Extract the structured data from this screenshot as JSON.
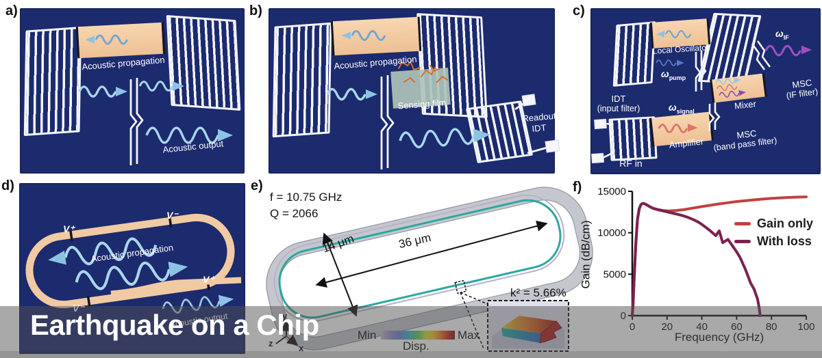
{
  "overlay": {
    "title": "Earthquake on a Chip"
  },
  "panels": {
    "a": {
      "label": "a)",
      "propagation": "Acoustic propagation",
      "output": "Acoustic output"
    },
    "b": {
      "label": "b)",
      "propagation": "Acoustic propagation",
      "sensing_film": "Sensing film",
      "readout_line1": "Readout",
      "readout_line2": "IDT"
    },
    "c": {
      "label": "c)",
      "local_oscillator": "Local Oscillator",
      "omega": "ω",
      "pump_sub": "pump",
      "if_sub": "IF",
      "signal_sub": "signal",
      "idt_line1": "IDT",
      "idt_line2": "(input filter)",
      "mixer": "Mixer",
      "msc_if_line1": "MSC",
      "msc_if_line2": "(IF filter)",
      "amplifier": "Amplifier",
      "msc_bp_line1": "MSC",
      "msc_bp_line2": "(band pass filter)",
      "rf_in": "RF in"
    },
    "d": {
      "label": "d)",
      "v_plus": "V⁺",
      "v_minus": "V⁻",
      "propagation": "Acoustic propagation",
      "output": "Acoustic output"
    },
    "e": {
      "label": "e)",
      "frequency": "f = 10.75 GHz",
      "q_factor": "Q = 2066",
      "dim_width": "14 μm",
      "dim_length": "36 μm",
      "coupling": "k² = 5.66%",
      "cbar_min": "Min",
      "cbar_max": "Max",
      "cbar_label": "Disp.",
      "axis_x": "x",
      "axis_y": "y",
      "axis_z": "z"
    },
    "f": {
      "label": "f)"
    }
  },
  "chart_data": {
    "type": "line",
    "title": "",
    "xlabel": "Frequency (GHz)",
    "ylabel": "Gain (dB/cm)",
    "xlim": [
      0,
      100
    ],
    "ylim": [
      0,
      15000
    ],
    "xticks": [
      0,
      20,
      40,
      60,
      80,
      100
    ],
    "yticks": [
      0,
      5000,
      10000,
      15000
    ],
    "grid": false,
    "legend_position": "center-right",
    "series": [
      {
        "name": "Gain only",
        "color": "#c2413e",
        "points": [
          [
            0,
            0
          ],
          [
            0.5,
            1500
          ],
          [
            1,
            4000
          ],
          [
            2,
            8500
          ],
          [
            3,
            11600
          ],
          [
            4,
            12900
          ],
          [
            5,
            13400
          ],
          [
            6,
            13550
          ],
          [
            7,
            13500
          ],
          [
            8,
            13400
          ],
          [
            10,
            13150
          ],
          [
            12,
            12950
          ],
          [
            15,
            12780
          ],
          [
            18,
            12680
          ],
          [
            20,
            12650
          ],
          [
            22,
            12640
          ],
          [
            25,
            12680
          ],
          [
            30,
            12800
          ],
          [
            35,
            12980
          ],
          [
            40,
            13150
          ],
          [
            45,
            13320
          ],
          [
            50,
            13480
          ],
          [
            55,
            13620
          ],
          [
            60,
            13760
          ],
          [
            65,
            13870
          ],
          [
            70,
            13970
          ],
          [
            75,
            14060
          ],
          [
            80,
            14140
          ],
          [
            85,
            14210
          ],
          [
            90,
            14260
          ],
          [
            95,
            14300
          ],
          [
            100,
            14330
          ]
        ]
      },
      {
        "name": "With loss",
        "color": "#7c2150",
        "points": [
          [
            0,
            0
          ],
          [
            0.5,
            1500
          ],
          [
            1,
            4000
          ],
          [
            2,
            8500
          ],
          [
            3,
            11600
          ],
          [
            4,
            12900
          ],
          [
            5,
            13400
          ],
          [
            6,
            13550
          ],
          [
            7,
            13500
          ],
          [
            8,
            13400
          ],
          [
            10,
            13150
          ],
          [
            12,
            12950
          ],
          [
            15,
            12760
          ],
          [
            18,
            12620
          ],
          [
            20,
            12520
          ],
          [
            22,
            12420
          ],
          [
            25,
            12280
          ],
          [
            28,
            12120
          ],
          [
            30,
            12000
          ],
          [
            32,
            11850
          ],
          [
            35,
            11600
          ],
          [
            38,
            11280
          ],
          [
            40,
            11000
          ],
          [
            42,
            10700
          ],
          [
            45,
            10200
          ],
          [
            48,
            9650
          ],
          [
            50,
            10220
          ],
          [
            52,
            8800
          ],
          [
            55,
            9200
          ],
          [
            58,
            8300
          ],
          [
            60,
            7700
          ],
          [
            62,
            7000
          ],
          [
            65,
            5600
          ],
          [
            68,
            3950
          ],
          [
            70,
            3200
          ],
          [
            72,
            2000
          ],
          [
            73,
            900
          ],
          [
            73.5,
            0
          ]
        ]
      }
    ]
  },
  "colors": {
    "panel_bg": "#1c2a6e",
    "peach": "#f0caa3",
    "wave_blue": "#a9d6ec",
    "sensing_green": "#aec3b8",
    "gain_red": "#c2413e",
    "loss_maroon": "#7c2150"
  }
}
